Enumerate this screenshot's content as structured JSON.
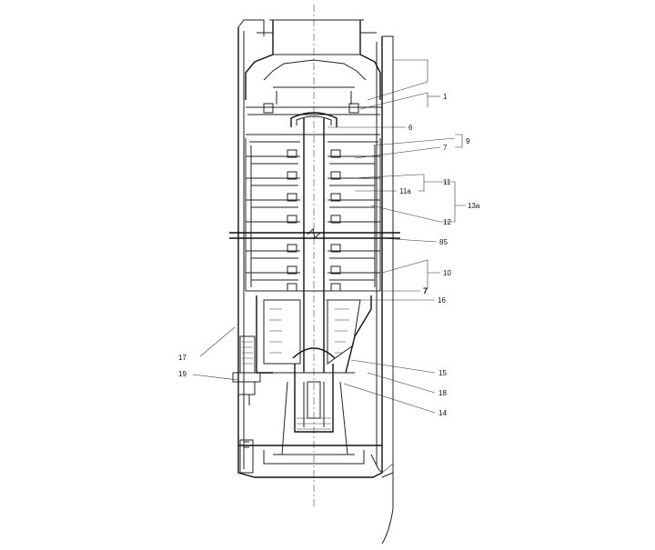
{
  "labels": {
    "l1": "1",
    "l6": "6",
    "l9": "9",
    "l7a": "7",
    "l11": "11",
    "l11a": "11a",
    "l13a": "13a",
    "l12": "12",
    "l85": "85",
    "l10": "10",
    "l7b": "7",
    "l16": "16",
    "l17": "17",
    "l19": "19",
    "l15": "15",
    "l18": "18",
    "l14": "14"
  }
}
